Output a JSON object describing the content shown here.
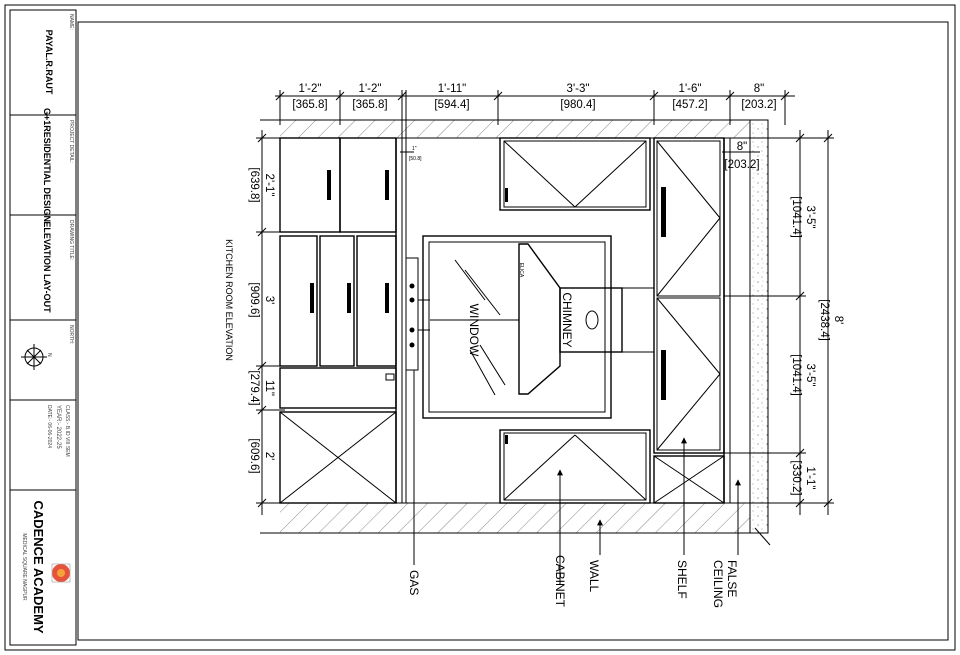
{
  "title_block": {
    "name_caption": "NAME:",
    "name": "PAYAL.R.RAUT",
    "project_caption": "PROJECT DETAIL:",
    "project": "G+1RESIDENTIAL DESIGN",
    "drawing_caption": "DRAWING TITLE:",
    "drawing": "ELEVATION LAY-OUT",
    "north_caption": "NORTH:",
    "north_letter": "N",
    "class": "CLASS:- B.ID VIII SEM",
    "year": "YEAR:- 2022-25",
    "date": "DATE:- 06-06-2024",
    "academy": "CADENCE ACADEMY",
    "academy_sub": "MEDICAL SQUARE NAGPUR"
  },
  "drawing_title": "KITCHEN ROOM ELEVATION",
  "top_dims": [
    {
      "ft": "1'-2\"",
      "mm": "[365.8]"
    },
    {
      "ft": "1'-2\"",
      "mm": "[365.8]"
    },
    {
      "ft": "1'-11\"",
      "mm": "[594.4]"
    },
    {
      "ft": "3'-3\"",
      "mm": "[980.4]"
    },
    {
      "ft": "1'-6\"",
      "mm": "[457.2]"
    },
    {
      "ft": "8\"",
      "mm": "[203.2]"
    }
  ],
  "inner_dim": {
    "ft": "8\"",
    "mm": "[203.2]"
  },
  "small_dim": {
    "ft": "1\"",
    "mm": "[50.8]"
  },
  "left_dims": [
    {
      "ft": "2'-1\"",
      "mm": "[639.8]"
    },
    {
      "ft": "3'",
      "mm": "[909.6]"
    },
    {
      "ft": "11\"",
      "mm": "[279.4]"
    },
    {
      "ft": "2'",
      "mm": "[609.6]"
    }
  ],
  "right_dims": [
    {
      "ft": "3'-5\"",
      "mm": "[1041.4]"
    },
    {
      "ft": "3'-5\"",
      "mm": "[1041.4]"
    },
    {
      "ft": "1'-1\"",
      "mm": "[330.2]"
    }
  ],
  "overall_dim": {
    "ft": "8'",
    "mm": "[2438.4]"
  },
  "labels": {
    "window": "WINDOW",
    "chimney": "CHIMNEY",
    "chimney_brand": "ELICA",
    "gas": "GAS",
    "cabinet": "CABINET",
    "wall": "WALL",
    "shelf": "SHELF",
    "false_ceiling_1": "FALSE",
    "false_ceiling_2": "CEILING"
  }
}
